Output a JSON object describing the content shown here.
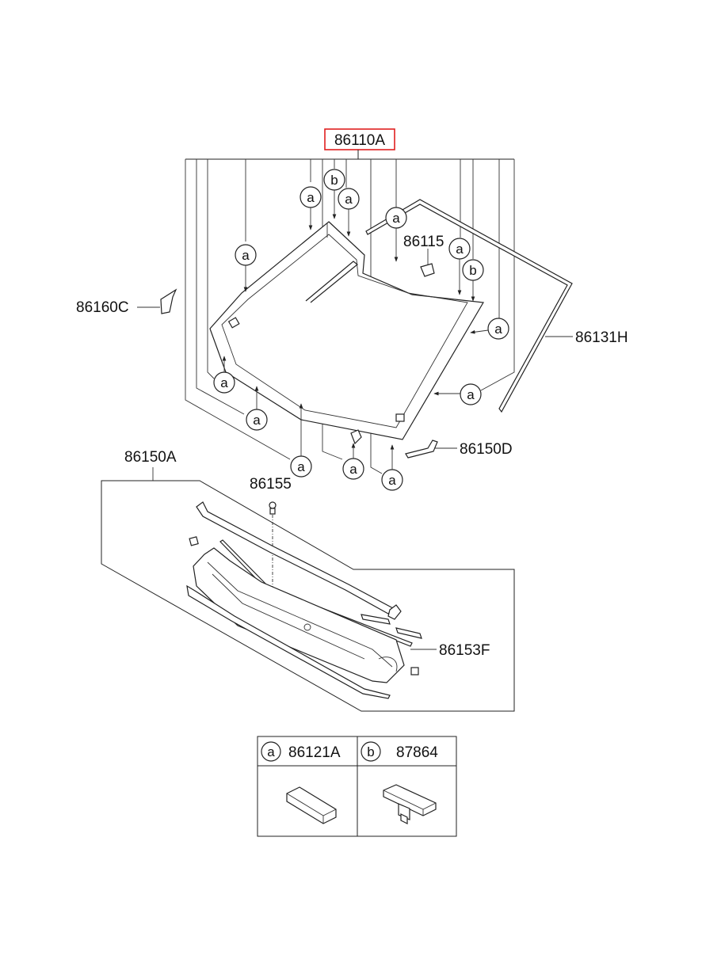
{
  "parts": {
    "windshield_glass": "86110A",
    "glass_molding": "86131H",
    "bracket_left": "86160C",
    "bracket_right": "86150D",
    "cowl_panel": "86150A",
    "cowl_clip": "86155",
    "cowl_seal": "86153F",
    "sensor_cover": "86115"
  },
  "callouts": {
    "a": "a",
    "b": "b"
  },
  "legend": {
    "a_part": "86121A",
    "b_part": "87864"
  },
  "colors": {
    "highlight_box": "#e02020",
    "line": "#222222"
  }
}
